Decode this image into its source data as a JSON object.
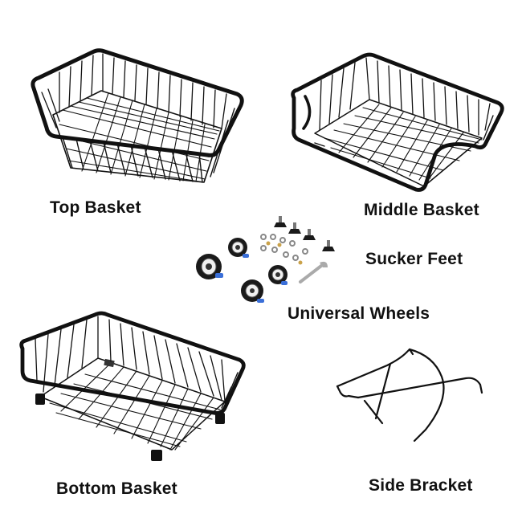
{
  "labels": {
    "top_basket": "Top Basket",
    "middle_basket": "Middle Basket",
    "sucker_feet": "Sucker Feet",
    "universal_wheels": "Universal Wheels",
    "bottom_basket": "Bottom Basket",
    "side_bracket": "Side Bracket"
  },
  "colors": {
    "background": "#ffffff",
    "wire": "#111111",
    "label_text": "#111111"
  },
  "icons": {
    "top_basket": "wire-basket-icon",
    "middle_basket": "wire-basket-front-dip-icon",
    "bottom_basket": "wire-basket-with-feet-icon",
    "wheels": "caster-wheel-icon",
    "sucker_feet": "suction-foot-icon",
    "side_bracket": "wire-bracket-icon"
  }
}
